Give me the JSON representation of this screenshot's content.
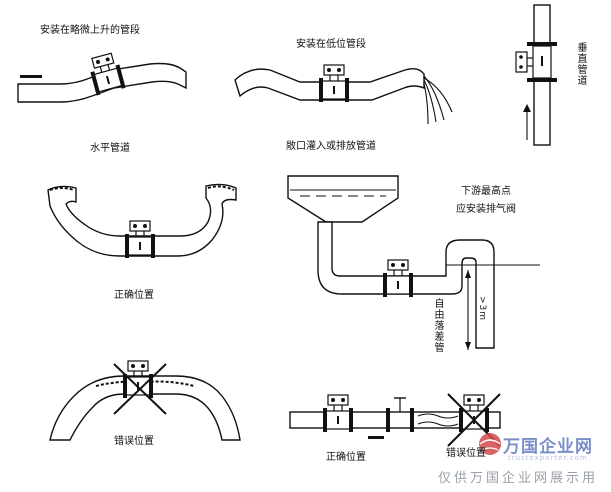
{
  "labels": {
    "slight_rise": "安装在略微上升的管段",
    "low_section": "安装在低位管段",
    "vertical": "垂直管道",
    "horizontal": "水平管道",
    "open_drain": "敞口灌入或排放管道",
    "downstream_top": "下游最高点",
    "install_vent": "应安装排气阀",
    "correct_1": "正确位置",
    "free_fall": "自由落差管",
    "gt3m": ">3m",
    "wrong_1": "错误位置",
    "correct_2": "正确位置",
    "wrong_2": "错误位置"
  },
  "watermark": {
    "brand": "万国企业网",
    "site": "trustexporter.com",
    "notice": "仅供万国企业网展示用"
  }
}
